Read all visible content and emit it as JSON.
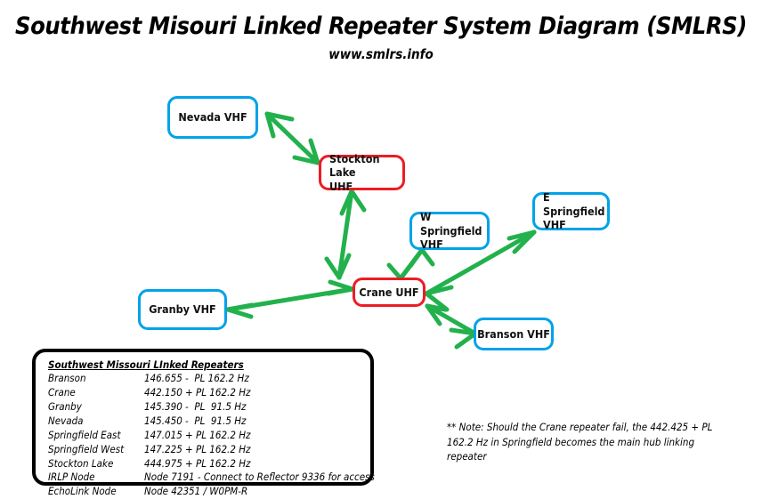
{
  "header": {
    "title": "Southwest Misouri Linked Repeater System Diagram (SMLRS)",
    "subtitle": "www.smlrs.info"
  },
  "colors": {
    "vhf_node_border": "#00A2E8",
    "uhf_node_border": "#ED1C24",
    "link_arrow": "#22B14C",
    "legend_border": "#000000",
    "text": "#111111"
  },
  "diagram": {
    "nodes": [
      {
        "id": "nevada",
        "label": "Nevada VHF",
        "band": "VHF",
        "style": "blue",
        "align": "center"
      },
      {
        "id": "stockton",
        "label": "Stockton Lake\nUHF",
        "band": "UHF",
        "style": "red",
        "align": "left"
      },
      {
        "id": "wspringfield",
        "label": "W Springfield\nVHF",
        "band": "VHF",
        "style": "blue",
        "align": "left"
      },
      {
        "id": "espringfield",
        "label": "E Springfield\nVHF",
        "band": "VHF",
        "style": "blue",
        "align": "left"
      },
      {
        "id": "crane",
        "label": "Crane UHF",
        "band": "UHF",
        "style": "red",
        "align": "center"
      },
      {
        "id": "granby",
        "label": "Granby VHF",
        "band": "VHF",
        "style": "blue",
        "align": "center"
      },
      {
        "id": "branson",
        "label": "Branson VHF",
        "band": "VHF",
        "style": "blue",
        "align": "center"
      }
    ],
    "links": [
      {
        "from": "stockton",
        "to": "nevada",
        "direction": "bidirectional"
      },
      {
        "from": "crane",
        "to": "stockton",
        "direction": "bidirectional"
      },
      {
        "from": "crane",
        "to": "granby",
        "direction": "bidirectional"
      },
      {
        "from": "crane",
        "to": "wspringfield",
        "direction": "bidirectional"
      },
      {
        "from": "crane",
        "to": "espringfield",
        "direction": "bidirectional"
      },
      {
        "from": "crane",
        "to": "branson",
        "direction": "bidirectional"
      }
    ]
  },
  "legend": {
    "title": "Southwest Missouri LInked Repeaters",
    "rows": [
      {
        "site": "Branson",
        "detail": "146.655 -  PL 162.2 Hz"
      },
      {
        "site": "Crane",
        "detail": "442.150 + PL 162.2 Hz"
      },
      {
        "site": "Granby",
        "detail": "145.390 -  PL  91.5 Hz"
      },
      {
        "site": "Nevada",
        "detail": "145.450 -  PL  91.5 Hz"
      },
      {
        "site": "Springfield East",
        "detail": "147.015 + PL 162.2 Hz"
      },
      {
        "site": "Springfield West",
        "detail": "147.225 + PL 162.2 Hz"
      },
      {
        "site": "Stockton Lake",
        "detail": "444.975 + PL 162.2 Hz"
      },
      {
        "site": "IRLP Node",
        "detail": "Node 7191 - Connect to Reflector 9336 for access"
      },
      {
        "site": "EchoLink Node",
        "detail": "Node 42351 / W0PM-R"
      }
    ]
  },
  "note": {
    "text": "** Note:  Should the Crane repeater fail, the 442.425 + PL 162.2 Hz in Springfield becomes the main hub linking repeater"
  }
}
